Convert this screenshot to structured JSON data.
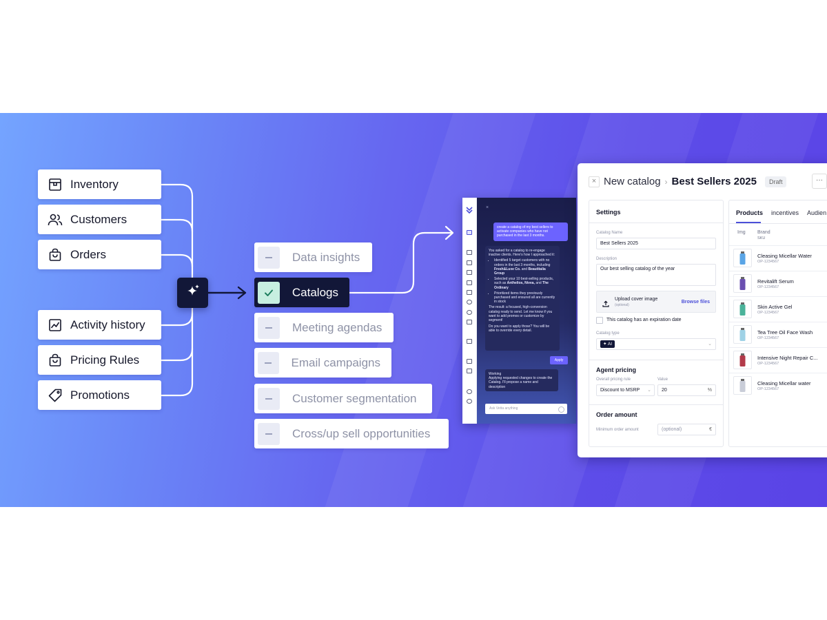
{
  "sources": [
    {
      "label": "Inventory",
      "icon": "inventory-box-icon"
    },
    {
      "label": "Customers",
      "icon": "users-icon"
    },
    {
      "label": "Orders",
      "icon": "shopping-bag-icon"
    },
    {
      "label": "Activity history",
      "icon": "line-chart-icon"
    },
    {
      "label": "Pricing Rules",
      "icon": "shopping-bag-icon"
    },
    {
      "label": "Promotions",
      "icon": "tag-icon"
    }
  ],
  "capabilities": [
    {
      "label": "Data insights",
      "active": false
    },
    {
      "label": "Catalogs",
      "active": true
    },
    {
      "label": "Meeting agendas",
      "active": false
    },
    {
      "label": "Email campaigns",
      "active": false
    },
    {
      "label": "Customer segmentation",
      "active": false
    },
    {
      "label": "Cross/up sell opportunities",
      "active": false
    }
  ],
  "chat": {
    "close": "×",
    "user_msg": "create a catalog of my best sellers to activate companies who have not purchased in the last 3 months.",
    "bot_intro": "You asked for a catalog to re-engage inactive clients. Here’s how I approached it:",
    "bot_b1": "Identified 5 target customers with no orders in the last 3 months, including",
    "bot_b1_n1": "Fresh&Luxe Co.",
    "bot_b1_and": "and",
    "bot_b1_n2": "Beautitalia Group",
    "bot_b2": "Selected your 10 best-selling products, such as",
    "bot_b2_n1": "Anthelios, Nivea,",
    "bot_b2_and": "and",
    "bot_b2_n2": "The Ordinary",
    "bot_b3": "Prioritized items they previously purchased and ensured all are currently in stock",
    "bot_result": "The result: a focused, high-conversion catalog ready to send. Let me know if you want to add promos or customize by segment!",
    "bot_apply_q": "Do you want to apply those? You will be able to override every detail.",
    "apply_label": "Apply",
    "working_title": "Working",
    "working_text": "Applying requested changes to create the Catalog. I'll propose a name and description",
    "input_placeholder": "Ask Vetta anything"
  },
  "catalog": {
    "close": "×",
    "title": "New catalog",
    "separator": "›",
    "name": "Best Sellers 2025",
    "status": "Draft",
    "more": "···",
    "settings": {
      "title": "Settings",
      "name_label": "Catalog Name",
      "name_value": "Best Sellers 2025",
      "desc_label": "Description",
      "desc_value": "Our best selling catalog of the year",
      "upload_title": "Upload cover image",
      "upload_optional": "(optional)",
      "browse": "Browse files",
      "expiry_label": "This catalog has an expiration date",
      "type_label": "Catalog type",
      "type_value": "AI",
      "agent_title": "Agent pricing",
      "rule_label": "Overall pricing rule",
      "rule_value": "Discount to MSRP",
      "value_label": "Value",
      "value_value": "20",
      "value_unit": "%",
      "order_title": "Order amount",
      "min_label": "Minimum order amount",
      "min_placeholder": "(optional)",
      "min_unit": "€"
    },
    "products": {
      "tabs": [
        "Products",
        "incentives",
        "Audien"
      ],
      "col_img": "Img",
      "col_brand": "Brand",
      "col_sku": "SKU",
      "items": [
        {
          "name": "Cleasing Micellar Water",
          "sku": "OP-1234567",
          "color": "#5aa5e6"
        },
        {
          "name": "Revitalift Serum",
          "sku": "OP-1234567",
          "color": "#6a4fb0"
        },
        {
          "name": "Skin Active Gel",
          "sku": "OP-1234567",
          "color": "#4bb39a"
        },
        {
          "name": "Tea Tree Oil Face Wash",
          "sku": "OP-1234567",
          "color": "#9fd2e6"
        },
        {
          "name": "Intensive Night Repair C...",
          "sku": "OP-1234567",
          "color": "#b23a4a"
        },
        {
          "name": "Cleasing Micellar water",
          "sku": "OP-1234567",
          "color": "#c9cdd8"
        }
      ]
    }
  }
}
